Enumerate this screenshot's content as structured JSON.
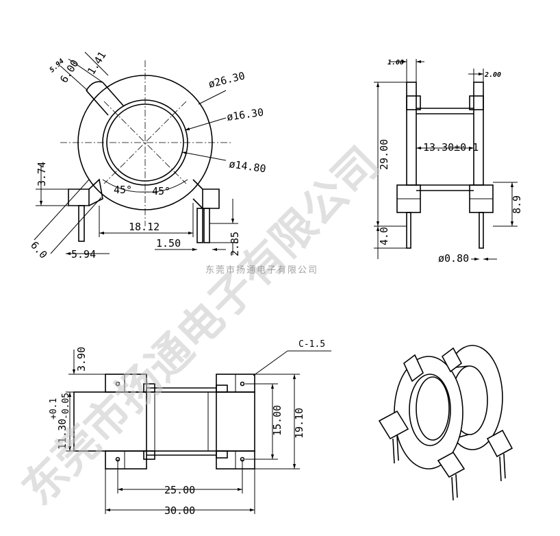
{
  "watermark": {
    "diagonal_text": "东莞市扬通电子有限公司",
    "caption_text": "东莞市扬通电子有限公司"
  },
  "top_left_view": {
    "dims": {
      "d594": "5.94",
      "d600": "6.00",
      "d141": "1.41",
      "dia2630": "ø26.30",
      "dia1630": "ø16.30",
      "dia1480": "ø14.80",
      "d374": "3.74",
      "angle_left": "45°",
      "angle_right": "45°",
      "d1812": "18.12",
      "d60": "6.0",
      "d594b": "5.94",
      "d150": "1.50",
      "d285": "2.85"
    }
  },
  "top_right_view": {
    "dims": {
      "d100": "1.00",
      "d200": "2.00",
      "d2900": "29.00",
      "d1330": "13.30±0.1",
      "d89": "8.9",
      "d40": "4.0",
      "dia080": "ø0.80"
    }
  },
  "bottom_left_view": {
    "dims": {
      "chamfer": "C-1.5",
      "d390": "3.90",
      "d1130": "11.30",
      "tol_plus": "+0.1",
      "tol_minus": "-0.05",
      "d1500": "15.00",
      "d1910": "19.10",
      "d2500": "25.00",
      "d3000": "30.00"
    }
  }
}
